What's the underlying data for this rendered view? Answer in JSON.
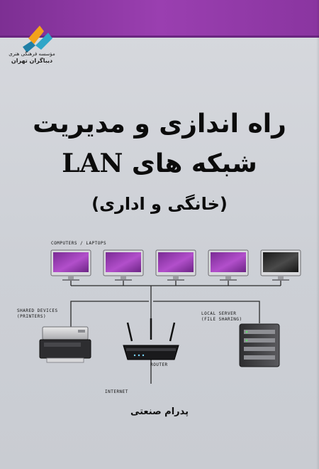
{
  "publisher": {
    "line1": "مؤسسه فرهنگی هنری",
    "line2": "دیباگران تهران"
  },
  "title": {
    "line1": "راه اندازی و مدیریت",
    "line2_prefix": "شبکه های",
    "line2_latin": "LAN",
    "line3": "(خانگی و اداری)"
  },
  "diagram": {
    "computers_label": "COMPUTERS / LAPTOPS",
    "shared_devices_label": "SHARED DEVICES\n(PRINTERS)",
    "local_server_label": "LOCAL SERVER\n(FILE SHARING)",
    "router_label": "ROUTER",
    "internet_label": "INTERNET"
  },
  "author": "پدرام صنعتی",
  "colors": {
    "band": "#8a35a0",
    "background": "#cfd1d6",
    "screen_purple": "#9b3fb3",
    "screen_dark": "#2a2a2a",
    "logo_orange": "#f3a21b",
    "logo_teal": "#2fa6c8"
  }
}
